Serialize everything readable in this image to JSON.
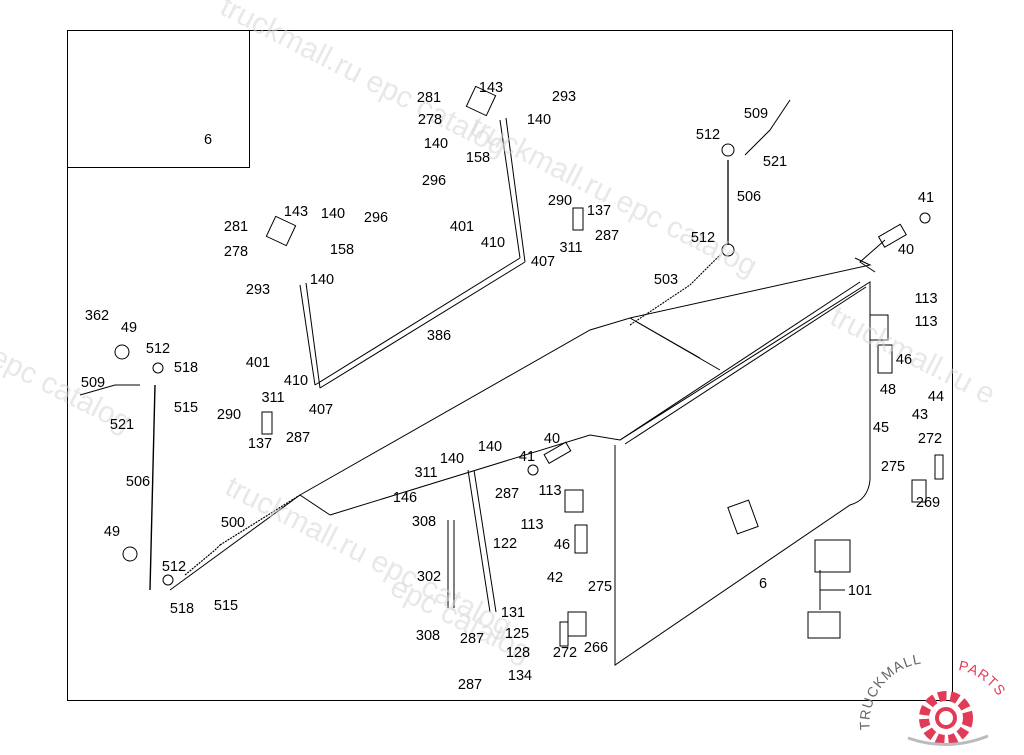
{
  "diagram": {
    "title": "Side luggage compartment flap – exploded parts diagram",
    "inset": {
      "callout": "6"
    },
    "watermarks": [
      "truckmall.ru epc catalog",
      "truckmall.ru epc catalog",
      "epc catalog",
      "truckmall.ru epc catalog",
      "epc catalog",
      "truckmall.ru e"
    ],
    "brand": {
      "text_left": "TRUCKMALL",
      "text_right": "PARTS",
      "accent": "#e23b57"
    },
    "labels": [
      {
        "id": "l-6-inset",
        "text": "6"
      },
      {
        "id": "l-281a",
        "text": "281"
      },
      {
        "id": "l-143a",
        "text": "143"
      },
      {
        "id": "l-293a",
        "text": "293"
      },
      {
        "id": "l-278a",
        "text": "278"
      },
      {
        "id": "l-140a",
        "text": "140"
      },
      {
        "id": "l-140b",
        "text": "140"
      },
      {
        "id": "l-158a",
        "text": "158"
      },
      {
        "id": "l-296a",
        "text": "296"
      },
      {
        "id": "l-290a",
        "text": "290"
      },
      {
        "id": "l-137a",
        "text": "137"
      },
      {
        "id": "l-401a",
        "text": "401"
      },
      {
        "id": "l-287a",
        "text": "287"
      },
      {
        "id": "l-410a",
        "text": "410"
      },
      {
        "id": "l-311a",
        "text": "311"
      },
      {
        "id": "l-407a",
        "text": "407"
      },
      {
        "id": "l-509a",
        "text": "509"
      },
      {
        "id": "l-512a",
        "text": "512"
      },
      {
        "id": "l-521a",
        "text": "521"
      },
      {
        "id": "l-506a",
        "text": "506"
      },
      {
        "id": "l-512b",
        "text": "512"
      },
      {
        "id": "l-503",
        "text": "503"
      },
      {
        "id": "l-41a",
        "text": "41"
      },
      {
        "id": "l-40a",
        "text": "40"
      },
      {
        "id": "l-281b",
        "text": "281"
      },
      {
        "id": "l-143b",
        "text": "143"
      },
      {
        "id": "l-140c",
        "text": "140"
      },
      {
        "id": "l-296b",
        "text": "296"
      },
      {
        "id": "l-278b",
        "text": "278"
      },
      {
        "id": "l-158b",
        "text": "158"
      },
      {
        "id": "l-293b",
        "text": "293"
      },
      {
        "id": "l-140d",
        "text": "140"
      },
      {
        "id": "l-386",
        "text": "386"
      },
      {
        "id": "l-113a",
        "text": "113"
      },
      {
        "id": "l-113b",
        "text": "113"
      },
      {
        "id": "l-46a",
        "text": "46"
      },
      {
        "id": "l-48",
        "text": "48"
      },
      {
        "id": "l-44",
        "text": "44"
      },
      {
        "id": "l-43",
        "text": "43"
      },
      {
        "id": "l-45",
        "text": "45"
      },
      {
        "id": "l-272a",
        "text": "272"
      },
      {
        "id": "l-275a",
        "text": "275"
      },
      {
        "id": "l-269",
        "text": "269"
      },
      {
        "id": "l-362",
        "text": "362"
      },
      {
        "id": "l-49a",
        "text": "49"
      },
      {
        "id": "l-512c",
        "text": "512"
      },
      {
        "id": "l-518a",
        "text": "518"
      },
      {
        "id": "l-509b",
        "text": "509"
      },
      {
        "id": "l-515a",
        "text": "515"
      },
      {
        "id": "l-521b",
        "text": "521"
      },
      {
        "id": "l-401b",
        "text": "401"
      },
      {
        "id": "l-410b",
        "text": "410"
      },
      {
        "id": "l-311b",
        "text": "311"
      },
      {
        "id": "l-407b",
        "text": "407"
      },
      {
        "id": "l-290b",
        "text": "290"
      },
      {
        "id": "l-137b",
        "text": "137"
      },
      {
        "id": "l-287b",
        "text": "287"
      },
      {
        "id": "l-506b",
        "text": "506"
      },
      {
        "id": "l-500",
        "text": "500"
      },
      {
        "id": "l-49b",
        "text": "49"
      },
      {
        "id": "l-512d",
        "text": "512"
      },
      {
        "id": "l-518b",
        "text": "518"
      },
      {
        "id": "l-515b",
        "text": "515"
      },
      {
        "id": "l-140e",
        "text": "140"
      },
      {
        "id": "l-140f",
        "text": "140"
      },
      {
        "id": "l-311c",
        "text": "311"
      },
      {
        "id": "l-40b",
        "text": "40"
      },
      {
        "id": "l-41b",
        "text": "41"
      },
      {
        "id": "l-146",
        "text": "146"
      },
      {
        "id": "l-287c",
        "text": "287"
      },
      {
        "id": "l-113c",
        "text": "113"
      },
      {
        "id": "l-308a",
        "text": "308"
      },
      {
        "id": "l-113d",
        "text": "113"
      },
      {
        "id": "l-122",
        "text": "122"
      },
      {
        "id": "l-46b",
        "text": "46"
      },
      {
        "id": "l-302",
        "text": "302"
      },
      {
        "id": "l-42",
        "text": "42"
      },
      {
        "id": "l-275b",
        "text": "275"
      },
      {
        "id": "l-131",
        "text": "131"
      },
      {
        "id": "l-308b",
        "text": "308"
      },
      {
        "id": "l-287d",
        "text": "287"
      },
      {
        "id": "l-125",
        "text": "125"
      },
      {
        "id": "l-272b",
        "text": "272"
      },
      {
        "id": "l-266",
        "text": "266"
      },
      {
        "id": "l-128",
        "text": "128"
      },
      {
        "id": "l-287e",
        "text": "287"
      },
      {
        "id": "l-134",
        "text": "134"
      },
      {
        "id": "l-6-main",
        "text": "6"
      },
      {
        "id": "l-101",
        "text": "101"
      }
    ]
  }
}
